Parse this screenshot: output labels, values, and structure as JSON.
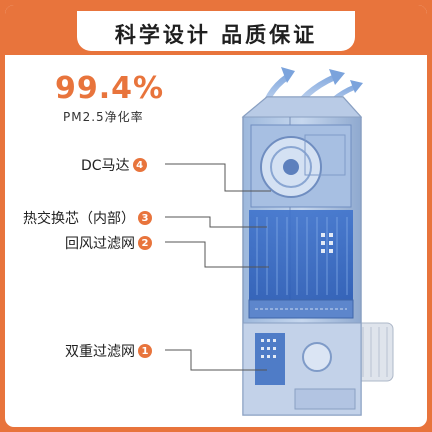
{
  "header": {
    "title": "科学设计 品质保证"
  },
  "stat": {
    "value": "99.4%",
    "label": "PM2.5净化率"
  },
  "callouts": [
    {
      "label": "DC马达",
      "number": "4"
    },
    {
      "label": "热交换芯（内部）",
      "number": "3"
    },
    {
      "label": "回风过滤网",
      "number": "2"
    },
    {
      "label": "双重过滤网",
      "number": "1"
    }
  ],
  "colors": {
    "accent": "#e8743c",
    "device_blue": "#4a7fd0"
  }
}
